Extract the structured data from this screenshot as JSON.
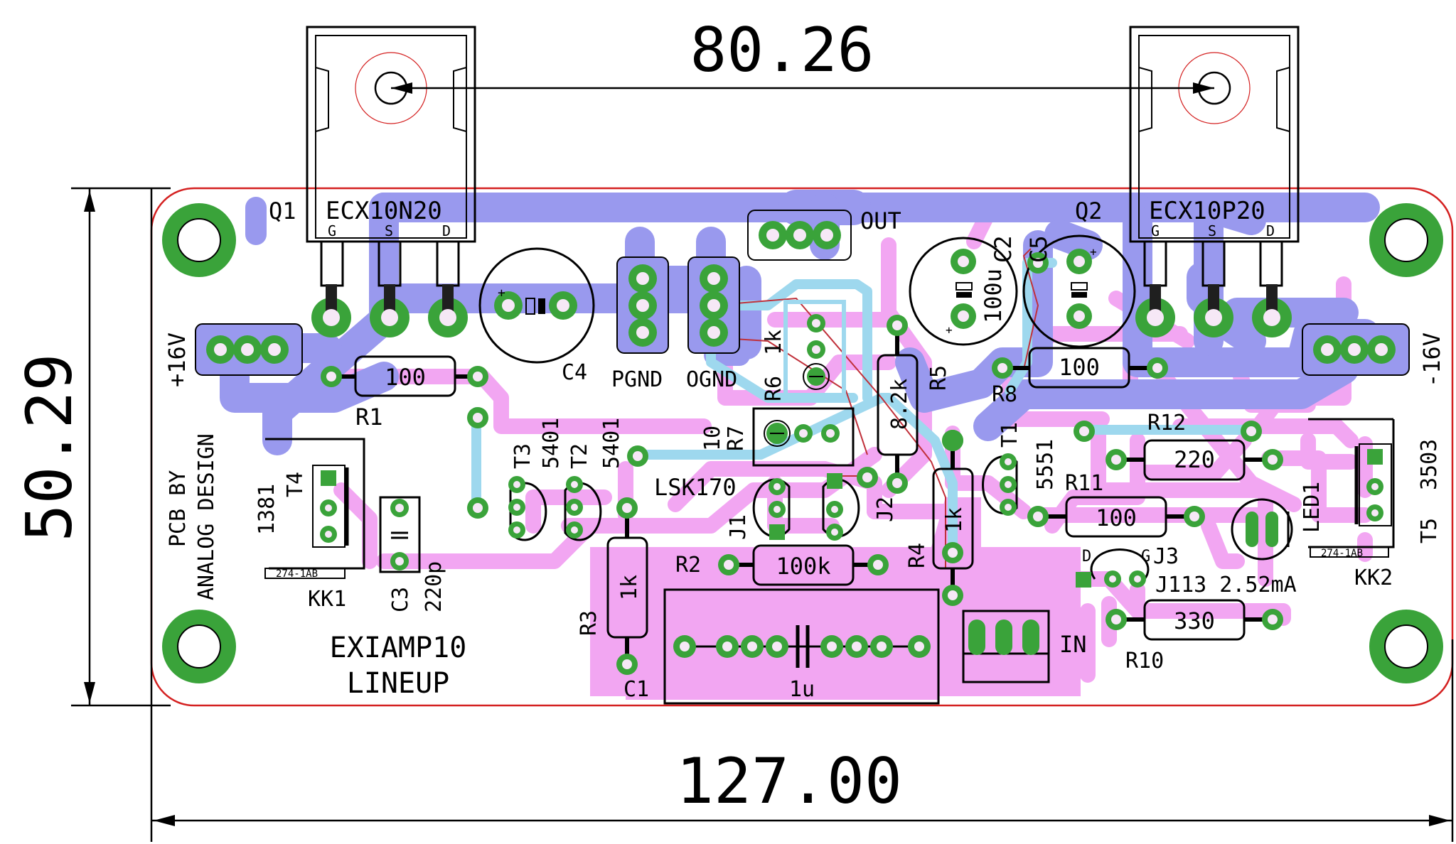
{
  "dimensions": {
    "width_label": "127.00",
    "height_label": "50.29",
    "hole_spacing_label": "80.26"
  },
  "board_text": {
    "q1_ref": "Q1",
    "q1_part": "ECX10N20",
    "q2_ref": "Q2",
    "q2_part": "ECX10P20",
    "pin_g": "G",
    "pin_s": "S",
    "pin_d": "D",
    "out": "OUT",
    "c2": "C2",
    "c5": "C5",
    "c2_value": "100u",
    "plus_16v": "+16V",
    "minus_16v": "-16V",
    "r1_value": "100",
    "r1_ref": "R1",
    "c4_ref": "C4",
    "pgnd": "PGND",
    "ognd": "OGND",
    "r6_value": "1k",
    "r6_ref": "R6",
    "r5_ref": "R5",
    "r5_value": "8.2k",
    "r8_value": "100",
    "r8_ref": "R8",
    "r12_ref": "R12",
    "r12_value": "220",
    "t5_ref": "T5",
    "t5_part": "3503",
    "pcb_by_1": "PCB BY",
    "pcb_by_2": "ANALOG DESIGN",
    "t4_ref": "T4",
    "t4_part": "1381",
    "kk1": "KK1",
    "kk_part": "274-1AB",
    "c3_ref": "C3",
    "c3_value": "220p",
    "t3_ref": "T3",
    "t3_part": "5401",
    "t2_ref": "T2",
    "t2_part": "5401",
    "r7_value": "10",
    "r7_ref": "R7",
    "lsk170": "LSK170",
    "j1_ref": "J1",
    "j2_ref": "J2",
    "t1_ref": "T1",
    "t1_part": "5551",
    "r11_ref": "R11",
    "r11_value": "100",
    "led1": "LED1",
    "kk2": "KK2",
    "r4_ref": "R4",
    "r4_value": "1k",
    "r2_ref": "R2",
    "r2_value": "100k",
    "r3_ref": "R3",
    "r3_value": "1k",
    "j3_ref": "J3",
    "j3_part": "J113 2.52mA",
    "jd": "D",
    "jg": "G",
    "r10_value": "330",
    "r10_ref": "R10",
    "in": "IN",
    "c1_ref": "C1",
    "c1_value": "1u",
    "title_1": "EXIAMP10",
    "title_2": "LINEUP"
  },
  "colors": {
    "top_copper": "#9999ee",
    "bottom_copper": "#f2a6f2",
    "inner_copper": "#9ed8ee",
    "pad": "#3aa33a",
    "board_outline": "#d42020",
    "silkscreen": "#000000"
  }
}
